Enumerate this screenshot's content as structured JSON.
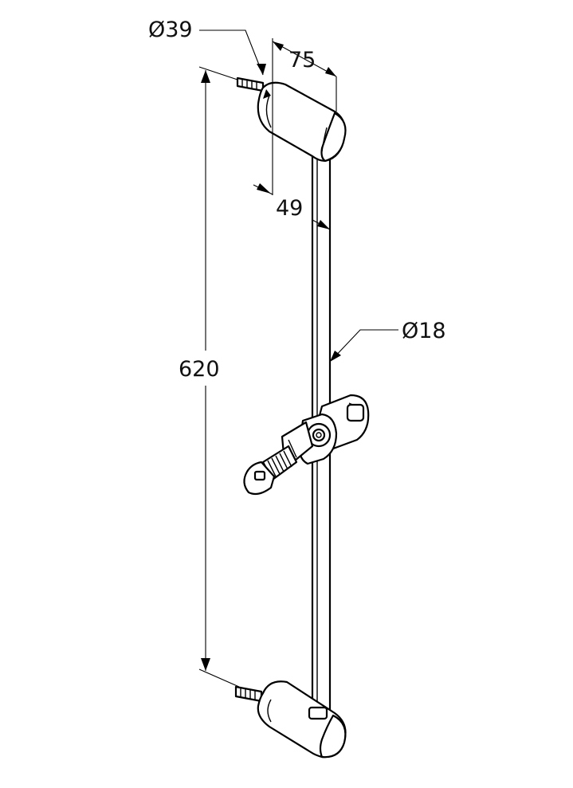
{
  "dimensions": {
    "bracket_diameter": "Ø39",
    "wall_projection": "75",
    "bar_offset": "49",
    "bar_diameter": "Ø18",
    "bar_length": "620"
  },
  "colors": {
    "line": "#000000",
    "background": "#ffffff"
  }
}
